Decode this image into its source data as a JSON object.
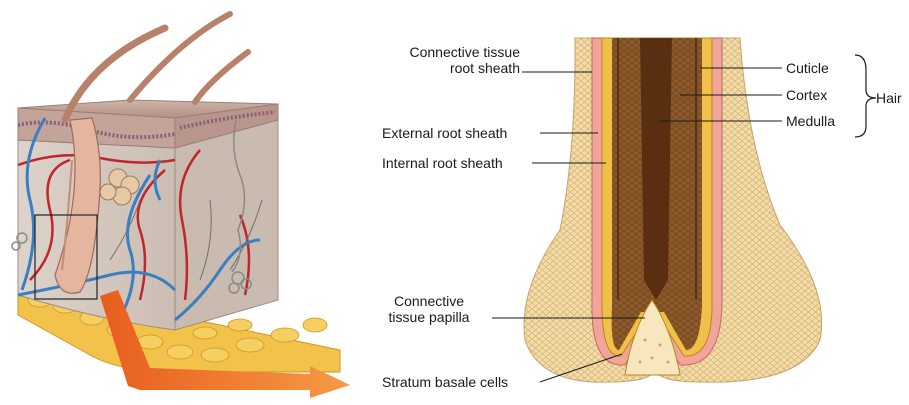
{
  "labels": {
    "connective_tissue_root_sheath": [
      "Connective tissue",
      "root sheath"
    ],
    "external_root_sheath": "External root sheath",
    "internal_root_sheath": "Internal root sheath",
    "connective_tissue_papilla": [
      "Connective",
      "tissue papilla"
    ],
    "stratum_basale_cells": "Stratum basale cells",
    "cuticle": "Cuticle",
    "cortex": "Cortex",
    "medulla": "Medulla",
    "hair": "Hair"
  },
  "colors": {
    "skin_surface": "#c9a29a",
    "dermis": "#d8cfc6",
    "fat": "#f2c24a",
    "artery": "#c0262b",
    "vein": "#3a7fc4",
    "hair_shaft": "#b8826a",
    "connective_sheath": "#f4dca6",
    "external_sheath": "#f2a39a",
    "internal_sheath": "#f0c04a",
    "cortex": "#8b5a2b",
    "medulla": "#5a2e10",
    "arrow": "#f07a2a"
  }
}
